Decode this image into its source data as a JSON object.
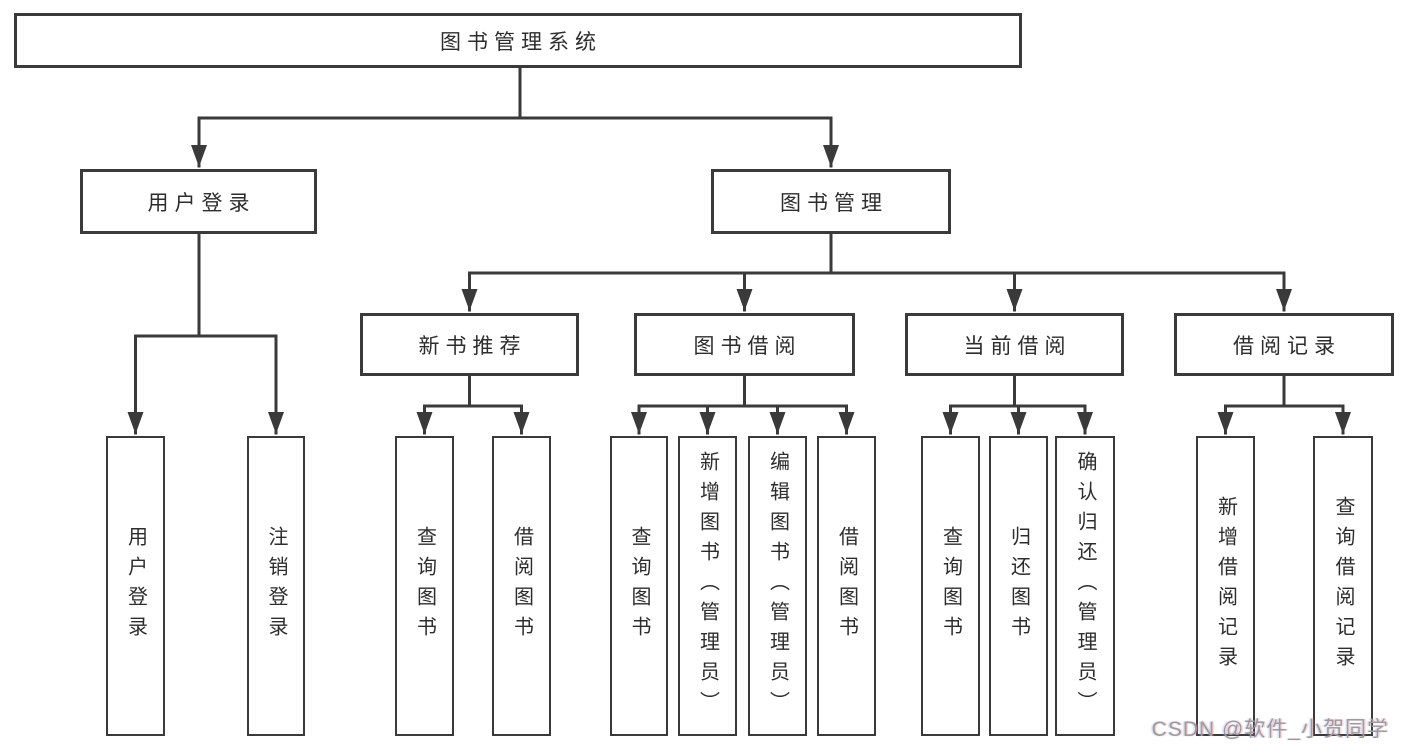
{
  "root": {
    "label": "图书管理系统"
  },
  "level2": {
    "user_login": {
      "label": "用户登录"
    },
    "book_mgmt": {
      "label": "图书管理"
    }
  },
  "level3": {
    "new_books": {
      "label": "新书推荐"
    },
    "book_borrow": {
      "label": "图书借阅"
    },
    "current_borrow": {
      "label": "当前借阅"
    },
    "borrow_records": {
      "label": "借阅记录"
    }
  },
  "leaves": {
    "user_login": {
      "label": "用户登录"
    },
    "logout": {
      "label": "注销登录"
    },
    "nb_query_books": {
      "label": "查询图书"
    },
    "nb_borrow_books": {
      "label": "借阅图书"
    },
    "bb_query_books": {
      "label": "查询图书"
    },
    "bb_add_books": {
      "label": "新增图书（管理员）"
    },
    "bb_edit_books": {
      "label": "编辑图书（管理员）"
    },
    "bb_borrow_books": {
      "label": "借阅图书"
    },
    "cb_query_books": {
      "label": "查询图书"
    },
    "cb_return_books": {
      "label": "归还图书"
    },
    "cb_confirm_return": {
      "label": "确认归还（管理员）"
    },
    "br_add_record": {
      "label": "新增借阅记录"
    },
    "br_query_record": {
      "label": "查询借阅记录"
    }
  },
  "watermark": {
    "text": "CSDN @软件_小贺同学",
    "color": "#9c9c9c"
  },
  "colors": {
    "line": "#3a3a3a",
    "box_border": "#3a3a3a",
    "box_background": "#ffffff",
    "text": "#2d2d2d",
    "page_background": "#ffffff"
  }
}
